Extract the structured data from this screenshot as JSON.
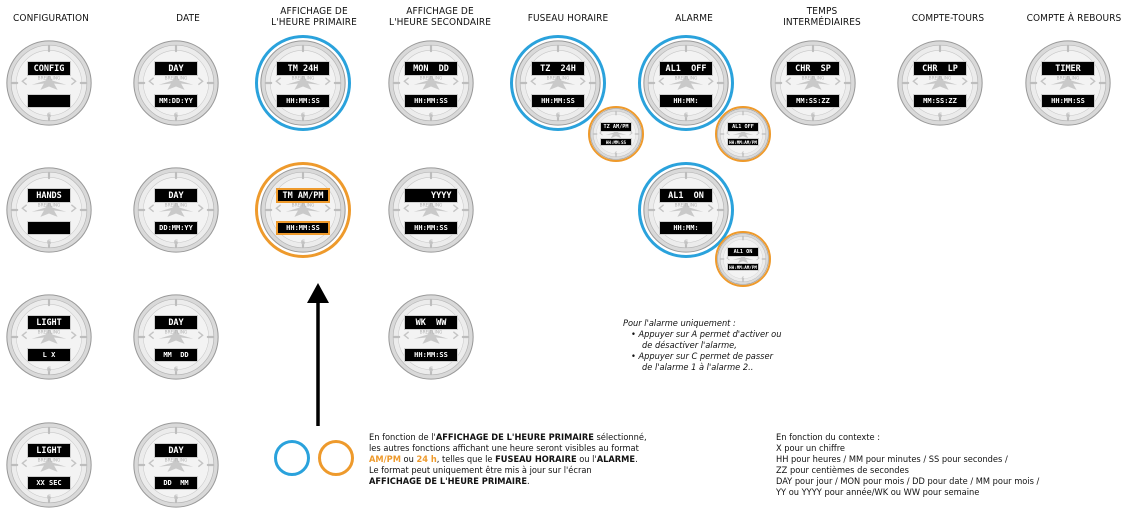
{
  "headers": {
    "configuration": "CONFIGURATION",
    "date": "DATE",
    "primary": "AFFICHAGE DE\nL'HEURE PRIMAIRE",
    "secondary": "AFFICHAGE DE\nL'HEURE SECONDAIRE",
    "timezone": "FUSEAU HORAIRE",
    "alarm": "ALARME",
    "laps": "TEMPS\nINTERMÉDIAIRES",
    "counter": "COMPTE-TOURS",
    "countdown": "COMPTE À REBOURS"
  },
  "watches": {
    "config_1_top": "CONFIG",
    "config_1_bot": "",
    "config_2_top": "HANDS",
    "config_2_bot": "",
    "config_3_top": "LIGHT",
    "config_3_bot": "L X",
    "config_4_top": "LIGHT",
    "config_4_bot": "XX SEC",
    "date_1_top": "DAY",
    "date_1_bot": "MM:DD:YY",
    "date_2_top": "DAY",
    "date_2_bot": "DD:MM:YY",
    "date_3_top": "DAY",
    "date_3_bot": "MM  DD",
    "date_4_top": "DAY",
    "date_4_bot": "DD  MM",
    "prim_1_top": "TM 24H",
    "prim_1_bot": "HH:MM:SS",
    "prim_2_top": "TM AM/PM",
    "prim_2_bot": "HH:MM:SS",
    "sec_1_top": "MON  DD",
    "sec_1_bot": "HH:MM:SS",
    "sec_2_top": "    YYYY",
    "sec_2_bot": "HH:MM:SS",
    "sec_3_top": "WK  WW",
    "sec_3_bot": "HH:MM:SS",
    "tz_top": "TZ  24H",
    "tz_bot": "HH:MM:SS",
    "tz_sub_top": "TZ AM/PM",
    "tz_sub_bot": "HH:MM:SS",
    "al1_top": "AL1  OFF",
    "al1_bot": "HH:MM:",
    "al1_sub_top": "AL1 OFF",
    "al1_sub_bot": "HH:MM:AM/PM",
    "al2_top": "AL1  ON",
    "al2_bot": "HH:MM:",
    "al2_sub_top": "AL1 ON",
    "al2_sub_bot": "HH:MM:AM/PM",
    "chr_top": "CHR  SP",
    "chr_bot": "MM:SS:ZZ",
    "lp_top": "CHR  LP",
    "lp_bot": "MM:SS:ZZ",
    "timer_top": "TIMER",
    "timer_bot": "HH:MM:SS"
  },
  "alarm_note": {
    "title": "Pour l'alarme uniquement :",
    "b1_l1": "Appuyer sur A permet d'activer ou",
    "b1_l2": "de désactiver l'alarme,",
    "b2_l1": "Appuyer sur C permet de passer",
    "b2_l2": "de l'alarme 1 à l'alarme 2.."
  },
  "format_note": {
    "l1_pre": "En fonction de l'",
    "l1_bold": "AFFICHAGE DE L'HEURE PRIMAIRE",
    "l1_post": " sélectionné,",
    "l2": "les autres fonctions affichant une heure seront visibles au format",
    "l3_ampm": "AM/PM",
    "l3_ou": " ou ",
    "l3_24h": "24 h",
    "l3_mid": ", telles que le ",
    "l3_fh": "FUSEAU HORAIRE",
    "l3_ou2": " ou l'",
    "l3_al": "ALARME",
    "l3_end": ".",
    "l4": "Le format peut uniquement être mis à jour sur l'écran",
    "l5": "AFFICHAGE DE L'HEURE PRIMAIRE",
    "l5_end": "."
  },
  "context_note": {
    "l1": "En fonction du contexte :",
    "l2": "X pour un chiffre",
    "l3": "HH pour heures / MM pour minutes / SS pour secondes /",
    "l4": "ZZ pour centièmes de secondes",
    "l5": "DAY pour jour / MON pour mois / DD pour date / MM pour mois /",
    "l6": "YY ou YYYY pour année/WK ou WW pour semaine"
  },
  "colors": {
    "blue": "#2aa2dc",
    "orange": "#ee9a2c"
  }
}
